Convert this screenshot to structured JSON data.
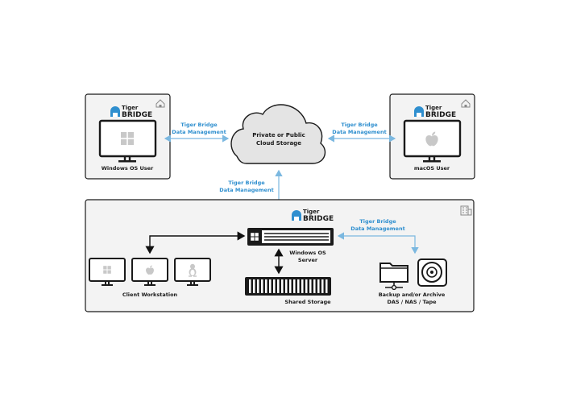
{
  "brand": {
    "name_top": "Tiger",
    "name_bottom": "BRIDGE",
    "accent_color": "#2f8fcf",
    "dark_color": "#1a1a1a"
  },
  "cloud": {
    "line1": "Private or Public",
    "line2": "Cloud Storage"
  },
  "links": {
    "left_line1": "Tiger Bridge",
    "left_line2": "Data Management",
    "right_line1": "Tiger Bridge",
    "right_line2": "Data Management",
    "center_line1": "Tiger Bridge",
    "center_line2": "Data Management",
    "archive_line1": "Tiger Bridge",
    "archive_line2": "Data Management"
  },
  "nodes": {
    "windows_user": "Windows OS User",
    "mac_user": "macOS User",
    "server_line1": "Windows OS",
    "server_line2": "Server",
    "client": "Client Workstation",
    "shared": "Shared Storage",
    "backup_line1": "Backup and/or Archive",
    "backup_line2": "DAS / NAS / Tape"
  },
  "icons": [
    "home-icon",
    "building-icon",
    "windows-icon",
    "apple-icon",
    "linux-icon",
    "folder-network-icon",
    "tape-reel-icon",
    "rack-server-icon",
    "storage-array-icon",
    "cloud-icon"
  ]
}
